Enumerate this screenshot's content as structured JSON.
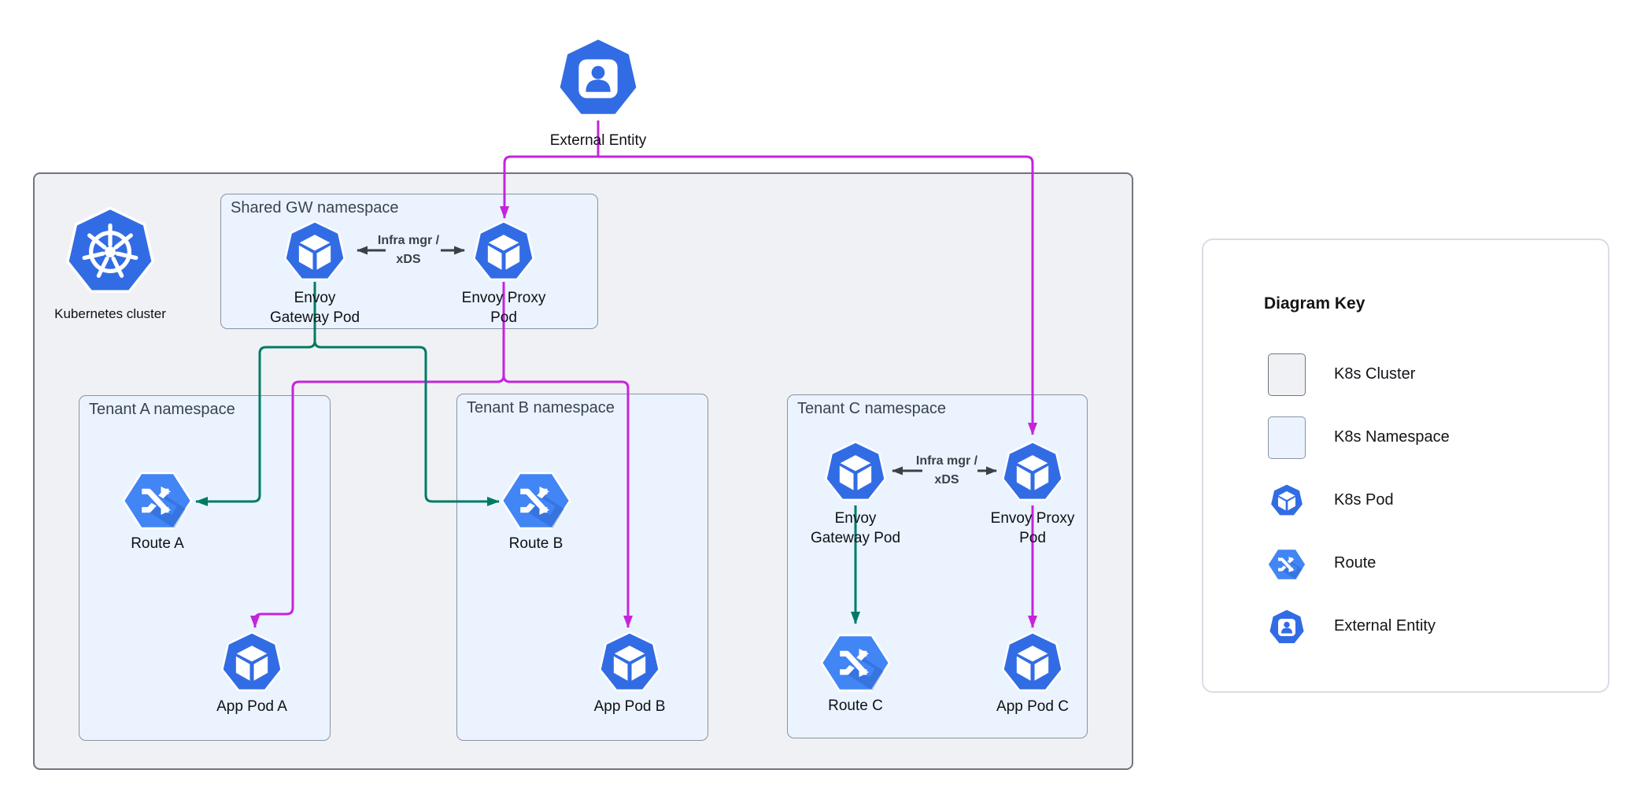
{
  "colors": {
    "pod_blue": "#326CE5",
    "route_blue": "#4285F4",
    "magenta_edge": "#C524DC",
    "green_edge": "#007A66",
    "black_edge": "#3A4248",
    "namespace_fill": "#EBF3FE",
    "cluster_fill": "#F0F1F4"
  },
  "nodes": {
    "external_entity": "External Entity",
    "kubernetes_cluster": "Kubernetes cluster",
    "shared_gateway": {
      "line1": "Envoy",
      "line2": "Gateway Pod"
    },
    "shared_proxy": {
      "line1": "Envoy Proxy",
      "line2": "Pod"
    },
    "route_a": "Route A",
    "app_pod_a": "App Pod A",
    "route_b": "Route B",
    "app_pod_b": "App Pod B",
    "tenant_c_gateway": {
      "line1": "Envoy",
      "line2": "Gateway Pod"
    },
    "tenant_c_proxy": {
      "line1": "Envoy Proxy",
      "line2": "Pod"
    },
    "route_c": "Route C",
    "app_pod_c": "App Pod C"
  },
  "namespaces": {
    "shared": "Shared GW namespace",
    "tenant_a": "Tenant A namespace",
    "tenant_b": "Tenant B namespace",
    "tenant_c": "Tenant C namespace"
  },
  "edges": {
    "shared_xds": {
      "line1": "Infra mgr /",
      "line2": "xDS"
    },
    "tenant_c_xds": {
      "line1": "Infra mgr /",
      "line2": "xDS"
    }
  },
  "key": {
    "title": "Diagram Key",
    "items": [
      {
        "label": "K8s Cluster",
        "icon": "cluster-swatch"
      },
      {
        "label": "K8s Namespace",
        "icon": "namespace-swatch"
      },
      {
        "label": "K8s Pod",
        "icon": "k8s-pod-icon"
      },
      {
        "label": "Route",
        "icon": "route-icon"
      },
      {
        "label": "External Entity",
        "icon": "external-entity-icon"
      }
    ]
  }
}
